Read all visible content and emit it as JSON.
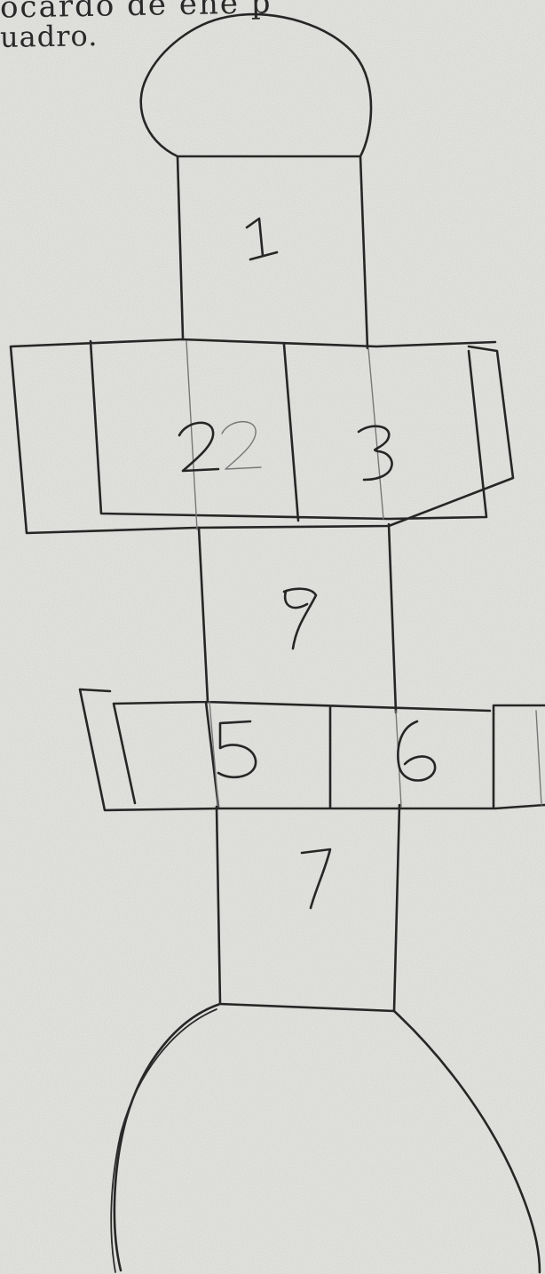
{
  "header": {
    "line_1": "ocardo  de          ene  p",
    "line_2": "uadro."
  },
  "squares": [
    {
      "id": "square-1",
      "label": "1"
    },
    {
      "id": "square-2",
      "label": "22"
    },
    {
      "id": "square-3",
      "label": "3"
    },
    {
      "id": "square-4",
      "label": "9"
    },
    {
      "id": "square-5",
      "label": "5"
    },
    {
      "id": "square-6",
      "label": "6"
    },
    {
      "id": "square-7",
      "label": "7"
    }
  ],
  "colors": {
    "paper": "#e9e9e6",
    "ink": "#262626"
  }
}
